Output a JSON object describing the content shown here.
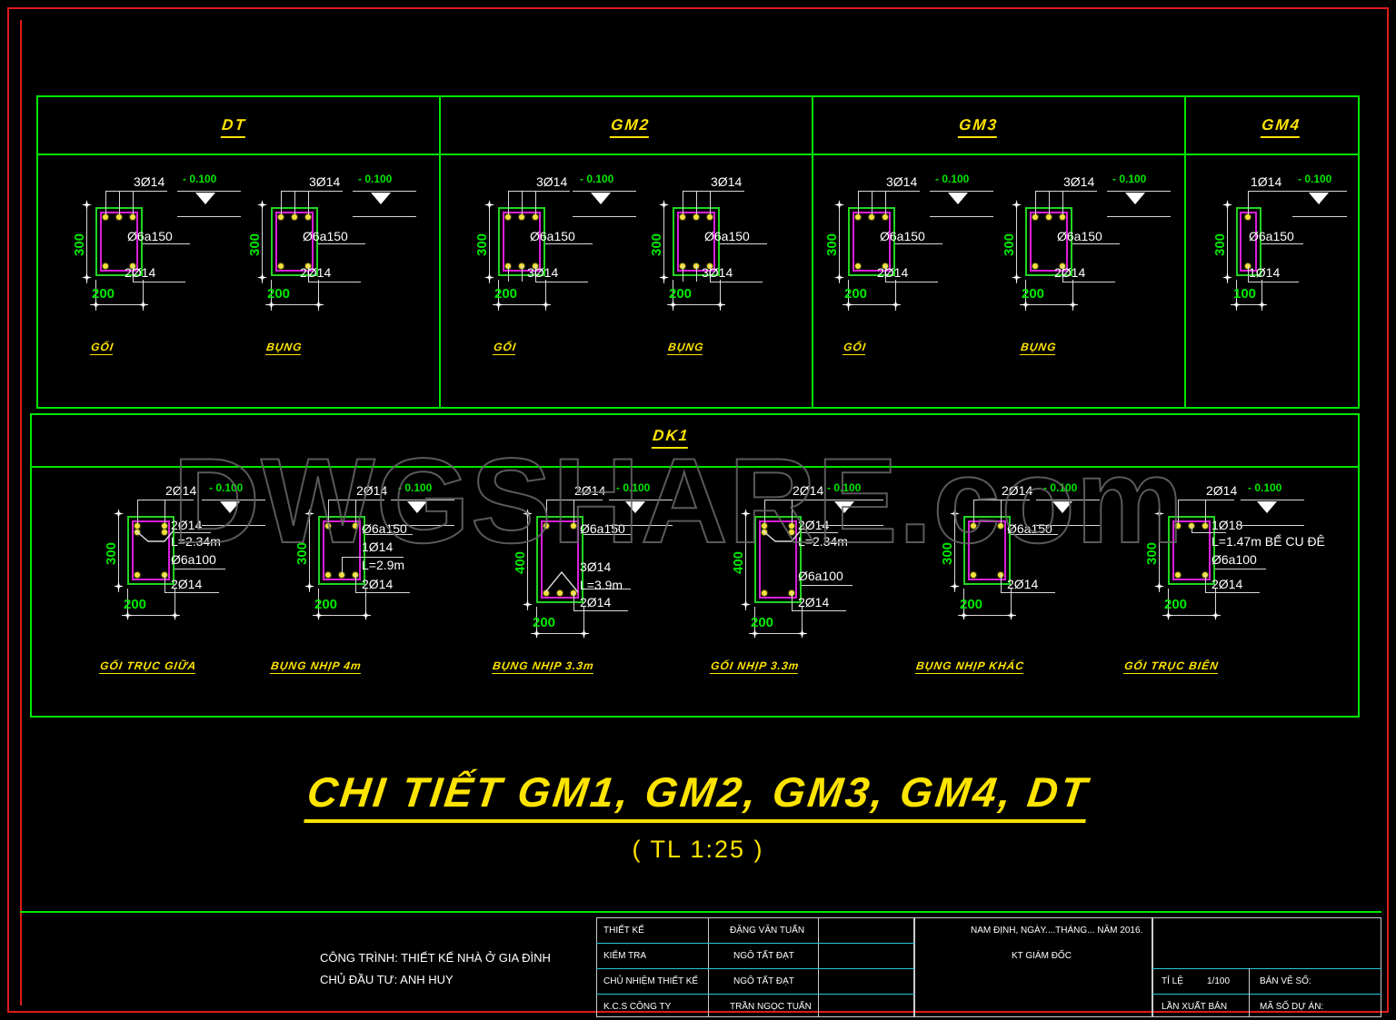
{
  "sheet": {
    "watermark": "DWGSHARE.com",
    "main_title": "CHI TIẾT GM1, GM2, GM3, GM4, DT",
    "main_scale": "( TL 1:25 )"
  },
  "panels": [
    {
      "id": "DT",
      "label": "DT"
    },
    {
      "id": "GM2",
      "label": "GM2"
    },
    {
      "id": "GM3",
      "label": "GM3"
    },
    {
      "id": "GM4",
      "label": "GM4"
    },
    {
      "id": "DK1",
      "label": "DK1"
    }
  ],
  "sections": [
    {
      "panel": "DT",
      "caption": "GỐI",
      "width": "200",
      "height": "300",
      "level": "- 0.100",
      "top_bars": "3Ø14",
      "bottom_bars": "2Ø14",
      "stirrup": "Ø6a150",
      "extra": null,
      "extra_len": null,
      "top_count": 3,
      "bottom_count": 2
    },
    {
      "panel": "DT",
      "caption": "BỤNG",
      "width": "200",
      "height": "300",
      "level": "- 0.100",
      "top_bars": "3Ø14",
      "bottom_bars": "2Ø14",
      "stirrup": "Ø6a150",
      "extra": null,
      "extra_len": null,
      "top_count": 3,
      "bottom_count": 2
    },
    {
      "panel": "GM2",
      "caption": "GỐI",
      "width": "200",
      "height": "300",
      "level": "- 0.100",
      "top_bars": "3Ø14",
      "bottom_bars": "3Ø14",
      "stirrup": "Ø6a150",
      "extra": null,
      "extra_len": null,
      "top_count": 3,
      "bottom_count": 3
    },
    {
      "panel": "GM2",
      "caption": "BỤNG",
      "width": "200",
      "height": "300",
      "level": "",
      "top_bars": "3Ø14",
      "bottom_bars": "3Ø14",
      "stirrup": "Ø6a150",
      "extra": null,
      "extra_len": null,
      "top_count": 3,
      "bottom_count": 3
    },
    {
      "panel": "GM3",
      "caption": "GỐI",
      "width": "200",
      "height": "300",
      "level": "- 0.100",
      "top_bars": "3Ø14",
      "bottom_bars": "2Ø14",
      "stirrup": "Ø6a150",
      "extra": null,
      "extra_len": null,
      "top_count": 3,
      "bottom_count": 2
    },
    {
      "panel": "GM3",
      "caption": "BỤNG",
      "width": "200",
      "height": "300",
      "level": "- 0.100",
      "top_bars": "3Ø14",
      "bottom_bars": "2Ø14",
      "stirrup": "Ø6a150",
      "extra": null,
      "extra_len": null,
      "top_count": 3,
      "bottom_count": 2
    },
    {
      "panel": "GM4",
      "caption": "",
      "width": "100",
      "height": "300",
      "level": "- 0.100",
      "top_bars": "1Ø14",
      "bottom_bars": "1Ø14",
      "stirrup": "Ø6a150",
      "extra": null,
      "extra_len": null,
      "top_count": 1,
      "bottom_count": 1
    },
    {
      "panel": "DK1",
      "caption": "GỐI TRỤC GIỮA",
      "width": "200",
      "height": "300",
      "level": "- 0.100",
      "top_bars": "2Ø14",
      "bottom_bars": "2Ø14",
      "stirrup": "Ø6a100",
      "extra": "2Ø14",
      "extra_len": "L=2.34m",
      "top_count": 2,
      "bottom_count": 2
    },
    {
      "panel": "DK1",
      "caption": "BỤNG NHỊP 4m",
      "width": "200",
      "height": "300",
      "level": "- 0.100",
      "top_bars": "2Ø14",
      "bottom_bars": "2Ø14",
      "stirrup": "Ø6a150",
      "extra": "1Ø14",
      "extra_len": "L=2.9m",
      "top_count": 2,
      "bottom_count": 3
    },
    {
      "panel": "DK1",
      "caption": "BỤNG NHỊP 3.3m",
      "width": "200",
      "height": "400",
      "level": "- 0.100",
      "top_bars": "2Ø14",
      "bottom_bars": "2Ø14",
      "stirrup": "Ø6a150",
      "extra": "3Ø14",
      "extra_len": "L=3.9m",
      "top_count": 2,
      "bottom_count": 3
    },
    {
      "panel": "DK1",
      "caption": "GỐI NHỊP 3.3m",
      "width": "200",
      "height": "400",
      "level": "- 0.100",
      "top_bars": "2Ø14",
      "bottom_bars": "2Ø14",
      "stirrup": "Ø6a100",
      "extra": "2Ø14",
      "extra_len": "L=2.34m",
      "top_count": 2,
      "bottom_count": 2
    },
    {
      "panel": "DK1",
      "caption": "BỤNG NHỊP KHÁC",
      "width": "200",
      "height": "300",
      "level": "- 0.100",
      "top_bars": "2Ø14",
      "bottom_bars": "2Ø14",
      "stirrup": "Ø6a150",
      "extra": null,
      "extra_len": null,
      "top_count": 2,
      "bottom_count": 2
    },
    {
      "panel": "DK1",
      "caption": "GỐI TRỤC BIÊN",
      "width": "200",
      "height": "300",
      "level": "- 0.100",
      "top_bars": "2Ø14",
      "bottom_bars": "2Ø14",
      "stirrup": "Ø6a100",
      "extra": "1Ø18",
      "extra_len": "L=1.47m BỂ CU ĐÊ",
      "top_count": 3,
      "bottom_count": 2
    }
  ],
  "titleblock": {
    "project_line1": "CÔNG TRÌNH:  THIẾT KẾ NHÀ Ở GIA ĐÌNH",
    "project_line2": "CHỦ ĐẦU TƯ:  ANH HUY",
    "roles": [
      {
        "role": "THIẾT KẾ",
        "name": "ĐẶNG VĂN TUẤN"
      },
      {
        "role": "KIỂM TRA",
        "name": "NGÔ TẤT ĐẠT"
      },
      {
        "role": "CHỦ NHIỆM THIẾT KẾ",
        "name": "NGÔ TẤT ĐẠT"
      },
      {
        "role": "K.C.S CÔNG TY",
        "name": "TRẦN NGỌC TUẤN"
      }
    ],
    "place_date": "NAM ĐỊNH, NGÀY....THÁNG... NĂM 2016.",
    "signer": "KT   GIÁM ĐỐC",
    "scale_label": "TỈ LỆ",
    "scale_value": "1/100",
    "drawing_no_label": "BẢN VẼ SỐ:",
    "edition_label": "LẦN XUẤT BẢN",
    "project_code_label": "MÃ SỐ DỰ ÁN:"
  },
  "colors": {
    "border_red": "#e01b1b",
    "frame_green": "#00e800",
    "title_yellow": "#ffe400",
    "concrete_green": "#22d422",
    "stirrup_magenta": "#d81fd8",
    "rebar_yellow": "#f3e03a",
    "note_white": "#ffffff"
  }
}
